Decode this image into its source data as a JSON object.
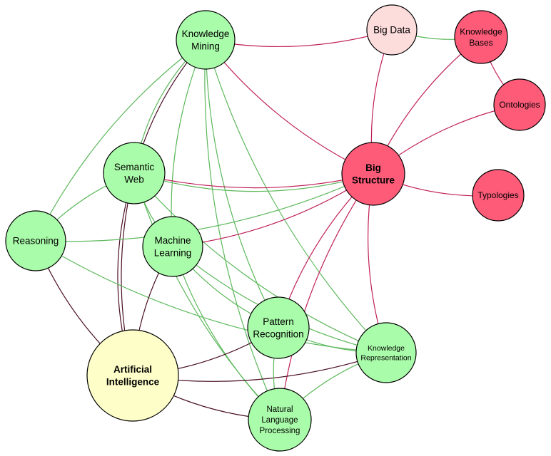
{
  "colors": {
    "green_node": "#a9fca9",
    "red_node": "#fd5b78",
    "pink_node": "#fddcdc",
    "yellow_node": "#fefec9",
    "green_edge": "#5cb85c",
    "red_edge": "#c0205a",
    "dark_edge": "#4a0f24"
  },
  "nodes": [
    {
      "id": "km",
      "lines": [
        "Knowledge",
        "Mining"
      ],
      "color": "green",
      "bold": false
    },
    {
      "id": "bd",
      "lines": [
        "Big Data"
      ],
      "color": "pink",
      "bold": false
    },
    {
      "id": "kb",
      "lines": [
        "Knowledge",
        "Bases"
      ],
      "color": "red",
      "bold": false
    },
    {
      "id": "ont",
      "lines": [
        "Ontologies"
      ],
      "color": "red",
      "bold": false
    },
    {
      "id": "sw",
      "lines": [
        "Semantic",
        "Web"
      ],
      "color": "green",
      "bold": false
    },
    {
      "id": "bs",
      "lines": [
        "Big",
        "Structure"
      ],
      "color": "red",
      "bold": true
    },
    {
      "id": "typ",
      "lines": [
        "Typologies"
      ],
      "color": "red",
      "bold": false
    },
    {
      "id": "rea",
      "lines": [
        "Reasoning"
      ],
      "color": "green",
      "bold": false
    },
    {
      "id": "ml",
      "lines": [
        "Machine",
        "Learning"
      ],
      "color": "green",
      "bold": false
    },
    {
      "id": "pr",
      "lines": [
        "Pattern",
        "Recognition"
      ],
      "color": "green",
      "bold": false
    },
    {
      "id": "kr",
      "lines": [
        "Knowledge",
        "Representation"
      ],
      "color": "green",
      "bold": false
    },
    {
      "id": "ai",
      "lines": [
        "Artificial",
        "Intelligence"
      ],
      "color": "yellow",
      "bold": true
    },
    {
      "id": "nlp",
      "lines": [
        "Natural",
        "Language",
        "Processing"
      ],
      "color": "green",
      "bold": false
    }
  ],
  "edges": [
    {
      "from": "km",
      "to": "bd",
      "color": "red"
    },
    {
      "from": "bd",
      "to": "kb",
      "color": "green"
    },
    {
      "from": "bd",
      "to": "bs",
      "color": "red"
    },
    {
      "from": "kb",
      "to": "ont",
      "color": "red"
    },
    {
      "from": "kb",
      "to": "bs",
      "color": "red"
    },
    {
      "from": "ont",
      "to": "bs",
      "color": "red"
    },
    {
      "from": "bs",
      "to": "typ",
      "color": "red"
    },
    {
      "from": "km",
      "to": "bs",
      "color": "red"
    },
    {
      "from": "km",
      "to": "sw",
      "color": "dark"
    },
    {
      "from": "km",
      "to": "sw",
      "color": "green"
    },
    {
      "from": "km",
      "to": "rea",
      "color": "green"
    },
    {
      "from": "km",
      "to": "ml",
      "color": "green"
    },
    {
      "from": "km",
      "to": "pr",
      "color": "green"
    },
    {
      "from": "km",
      "to": "kr",
      "color": "green"
    },
    {
      "from": "km",
      "to": "nlp",
      "color": "green"
    },
    {
      "from": "sw",
      "to": "bs",
      "color": "red"
    },
    {
      "from": "sw",
      "to": "bs",
      "color": "green"
    },
    {
      "from": "sw",
      "to": "rea",
      "color": "green"
    },
    {
      "from": "sw",
      "to": "ml",
      "color": "green"
    },
    {
      "from": "sw",
      "to": "ai",
      "color": "dark"
    },
    {
      "from": "sw",
      "to": "ai",
      "color": "dark"
    },
    {
      "from": "sw",
      "to": "kr",
      "color": "green"
    },
    {
      "from": "sw",
      "to": "nlp",
      "color": "green"
    },
    {
      "from": "rea",
      "to": "ai",
      "color": "dark"
    },
    {
      "from": "rea",
      "to": "bs",
      "color": "green"
    },
    {
      "from": "rea",
      "to": "kr",
      "color": "green"
    },
    {
      "from": "ml",
      "to": "bs",
      "color": "red"
    },
    {
      "from": "ml",
      "to": "ai",
      "color": "dark"
    },
    {
      "from": "ml",
      "to": "pr",
      "color": "green"
    },
    {
      "from": "ml",
      "to": "kr",
      "color": "green"
    },
    {
      "from": "ml",
      "to": "nlp",
      "color": "green"
    },
    {
      "from": "bs",
      "to": "pr",
      "color": "red"
    },
    {
      "from": "bs",
      "to": "kr",
      "color": "red"
    },
    {
      "from": "bs",
      "to": "nlp",
      "color": "red"
    },
    {
      "from": "ai",
      "to": "pr",
      "color": "dark"
    },
    {
      "from": "ai",
      "to": "kr",
      "color": "dark"
    },
    {
      "from": "ai",
      "to": "nlp",
      "color": "dark"
    },
    {
      "from": "pr",
      "to": "kr",
      "color": "green"
    },
    {
      "from": "pr",
      "to": "nlp",
      "color": "green"
    },
    {
      "from": "kr",
      "to": "nlp",
      "color": "green"
    }
  ]
}
